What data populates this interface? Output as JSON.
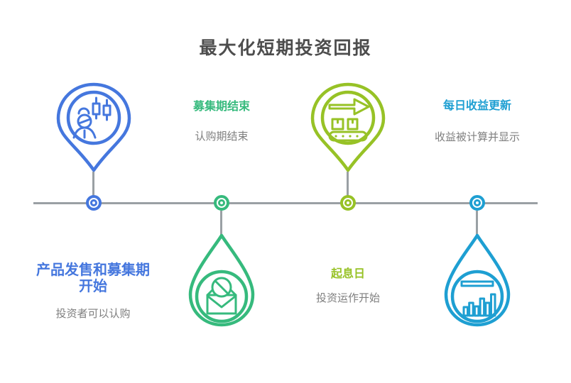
{
  "title": "最大化短期投资回报",
  "palette": {
    "blue": "#4577de",
    "green": "#36ba7d",
    "lime": "#97c226",
    "cyan": "#1e9fd2",
    "title_gray": "#4d4d4d",
    "subtext_gray": "#7f7f7f",
    "timeline_gray": "#9aa0a4"
  },
  "timeline": {
    "nodes": [
      {
        "heading": "产品发售和募集期开始",
        "subheading": "投资者可以认购",
        "accent": "#4577de",
        "icon": "trader-candlestick-icon",
        "marker": "pin-above-line",
        "text_position": "below-line"
      },
      {
        "heading": "募集期结束",
        "subheading": "认购期结束",
        "accent": "#36ba7d",
        "icon": "blocked-envelope-icon",
        "marker": "drop-below-line",
        "text_position": "above-line"
      },
      {
        "heading": "起息日",
        "subheading": "投资运作开始",
        "accent": "#97c226",
        "icon": "conveyor-belt-icon",
        "marker": "pin-above-line",
        "text_position": "below-line"
      },
      {
        "heading": "每日收益更新",
        "subheading": "收益被计算并显示",
        "accent": "#1e9fd2",
        "icon": "bar-chart-icon",
        "marker": "drop-below-line",
        "text_position": "above-line"
      }
    ]
  }
}
